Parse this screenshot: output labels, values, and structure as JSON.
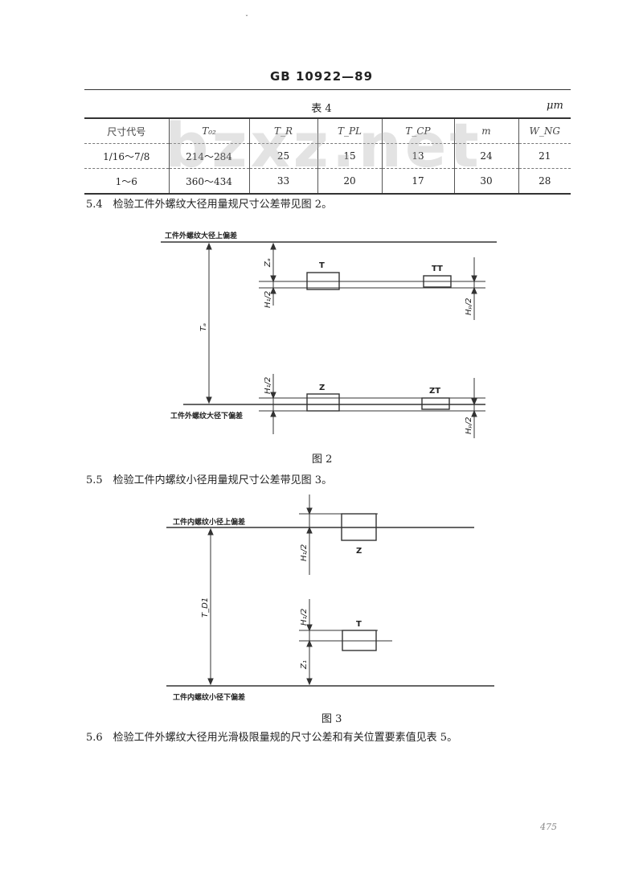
{
  "page": {
    "header": "GB 10922—89",
    "watermark": "bzxz.net",
    "page_number": "475"
  },
  "table": {
    "caption": "表 4",
    "unit": "μm",
    "headers": [
      "尺寸代号",
      "T₀₂",
      "T_R",
      "T_PL",
      "T_CP",
      "m",
      "W_NG"
    ],
    "rows": [
      [
        "1/16～7/8",
        "214～284",
        "25",
        "15",
        "13",
        "24",
        "21"
      ],
      [
        "1～6",
        "360～434",
        "33",
        "20",
        "17",
        "30",
        "28"
      ]
    ]
  },
  "paragraphs": {
    "p54": "5.4　检验工件外螺纹大径用量规尺寸公差带见图 2。",
    "p55": "5.5　检验工件内螺纹小径用量规尺寸公差带见图 3。",
    "p56": "5.6　检验工件外螺纹大径用光滑极限量规的尺寸公差和有关位置要素值见表 5。"
  },
  "figure2": {
    "caption": "图 2",
    "upper_line_label": "工件外螺纹大径上偏差",
    "lower_line_label": "工件外螺纹大径下偏差",
    "dim_T": "Tₐ",
    "dim_Z": "Zₐ",
    "dim_H_upper": "H₁/2",
    "dim_H_lower": "H₁/2",
    "dim_Hp_upper": "Hₚ/2",
    "dim_Hp_lower": "Hₚ/2",
    "box_T": "T",
    "box_TT": "TT",
    "box_Z": "Z",
    "box_ZT": "ZT"
  },
  "figure3": {
    "caption": "图 3",
    "upper_line_label": "工件内螺纹小径上偏差",
    "lower_line_label": "工件内螺纹小径下偏差",
    "dim_T": "T_D1",
    "dim_H_upper": "H₁/2",
    "dim_H_lower": "H₁/2",
    "dim_Z": "Z₁",
    "box_Z": "Z",
    "box_T": "T"
  }
}
